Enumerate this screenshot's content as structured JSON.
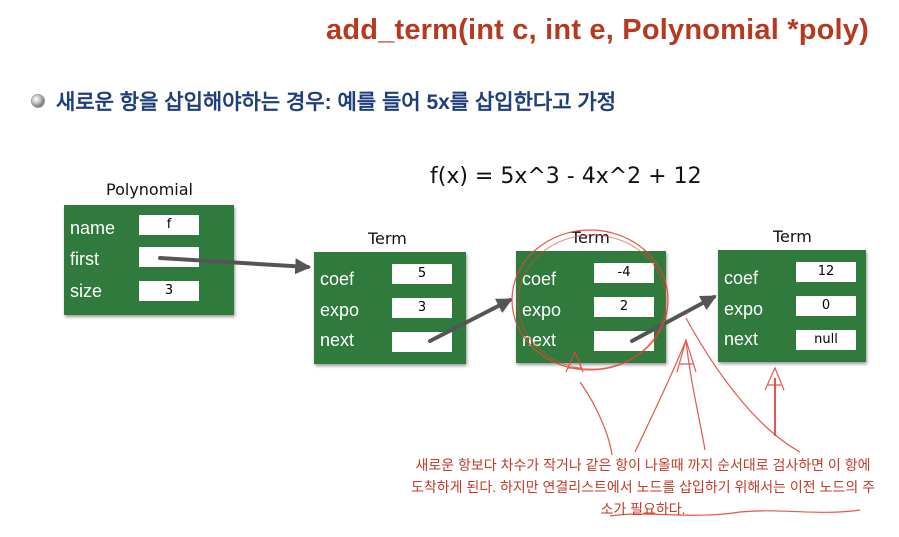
{
  "title": "add_term(int c, int e, Polynomial *poly)",
  "bullet_text": "새로운 항을 삽입해야하는 경우: 예를 들어 5x를 삽입한다고 가정",
  "formula": "f(x) = 5x^3 - 4x^2 + 12",
  "polynomial": {
    "label": "Polynomial",
    "fields": [
      {
        "name": "name",
        "value": "f"
      },
      {
        "name": "first",
        "value": ""
      },
      {
        "name": "size",
        "value": "3"
      }
    ]
  },
  "terms": [
    {
      "label": "Term",
      "fields": [
        {
          "name": "coef",
          "value": "5"
        },
        {
          "name": "expo",
          "value": "3"
        },
        {
          "name": "next",
          "value": ""
        }
      ]
    },
    {
      "label": "Term",
      "fields": [
        {
          "name": "coef",
          "value": "-4"
        },
        {
          "name": "expo",
          "value": "2"
        },
        {
          "name": "next",
          "value": ""
        }
      ]
    },
    {
      "label": "Term",
      "fields": [
        {
          "name": "coef",
          "value": "12"
        },
        {
          "name": "expo",
          "value": "0"
        },
        {
          "name": "next",
          "value": "null"
        }
      ]
    }
  ],
  "note": "새로운 항보다 차수가 작거나 같은 항이 나올때 까지 순서대로 검사하면 이 항에 도착하게 된다. 하지만 연결리스트에서 노드를 삽입하기 위해서는 이전 노드의 주소가 필요하다.",
  "colors": {
    "title": "#b53a1f",
    "bullet": "#1f3f7a",
    "node": "#2f7a3c",
    "annotation": "#c23a2a"
  }
}
